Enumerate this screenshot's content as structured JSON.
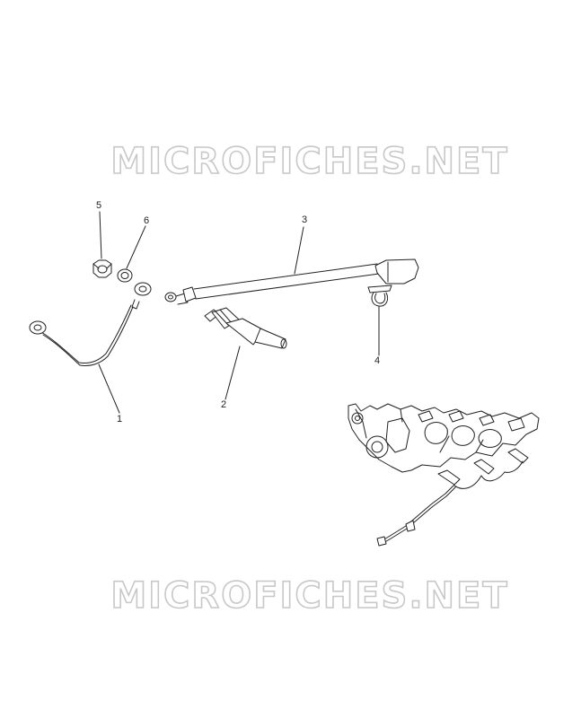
{
  "watermark": {
    "top_text": "MICROFICHES.NET",
    "bottom_text": "MICROFICHES.NET"
  },
  "callouts": {
    "c1": "1",
    "c2": "2",
    "c3": "3",
    "c4": "4",
    "c5": "5",
    "c6": "6"
  },
  "colors": {
    "line": "#222222",
    "watermark_outline": "#c8c8c8",
    "background": "#ffffff"
  }
}
